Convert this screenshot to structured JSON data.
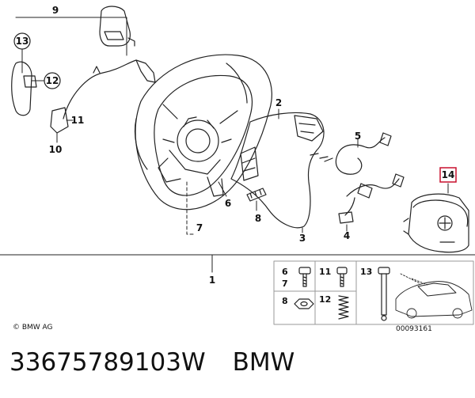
{
  "diagram": {
    "callouts": {
      "c1": "1",
      "c2": "2",
      "c3": "3",
      "c4": "4",
      "c5": "5",
      "c6": "6",
      "c7": "7",
      "c8": "8",
      "c9": "9",
      "c10": "10",
      "c11": "11",
      "c12": "12",
      "c13": "13",
      "c14": "14"
    },
    "hardware_legend": {
      "l6": "6",
      "l7": "7",
      "l8": "8",
      "l11": "11",
      "l12": "12",
      "l13": "13"
    },
    "copyright": "© BMW AG",
    "drawing_number": "00093161"
  },
  "caption": {
    "part_number": "33675789103W",
    "brand": "BMW"
  },
  "colors": {
    "line": "#222222",
    "highlight_box": "#c8102e",
    "legend_border": "#999999"
  }
}
